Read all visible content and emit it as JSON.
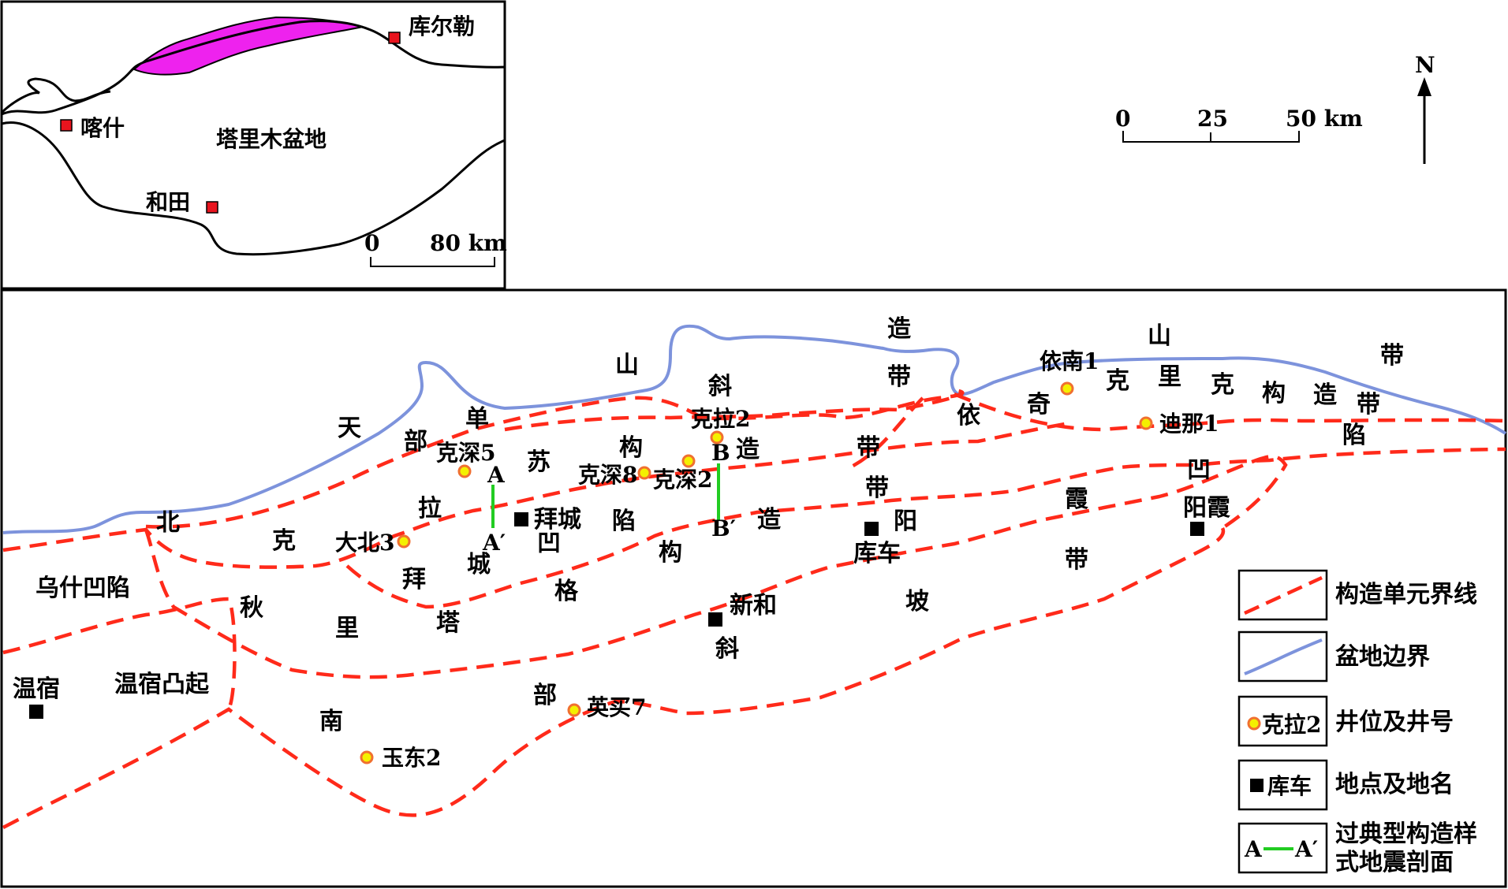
{
  "colors": {
    "fault": "#ff2a1a",
    "boundary": "#7d93dc",
    "mountain_fill": "#ee22ee",
    "inset_town": "#e8141e",
    "well_fill": "#f4f000",
    "well_stroke": "#f07030",
    "section": "#22cc22"
  },
  "inset": {
    "cities": [
      {
        "id": "korla",
        "name": "库尔勒"
      },
      {
        "id": "kashgar",
        "name": "喀什"
      },
      {
        "id": "hotan",
        "name": "和田"
      }
    ],
    "basin_label": "塔里木盆地",
    "scale": {
      "zero": "0",
      "end": "80 km"
    }
  },
  "scale": {
    "zero": "0",
    "mid": "25",
    "end": "50 km"
  },
  "north": "N",
  "tectonic_chars": [
    {
      "id": "tian",
      "text": "天"
    },
    {
      "id": "shan1",
      "text": "山"
    },
    {
      "id": "nan",
      "text": "南"
    },
    {
      "id": "bu1",
      "text": "部"
    },
    {
      "id": "dan",
      "text": "单"
    },
    {
      "id": "xie1",
      "text": "斜"
    },
    {
      "id": "zao1",
      "text": "造"
    },
    {
      "id": "dai1",
      "text": "带"
    },
    {
      "id": "shan2",
      "text": "山"
    },
    {
      "id": "dai2",
      "text": "带"
    },
    {
      "id": "bei",
      "text": "北"
    },
    {
      "id": "ke1",
      "text": "克"
    },
    {
      "id": "la",
      "text": "拉"
    },
    {
      "id": "su",
      "text": "苏"
    },
    {
      "id": "gou1",
      "text": "构"
    },
    {
      "id": "zao2",
      "text": "造"
    },
    {
      "id": "dai3",
      "text": "带"
    },
    {
      "id": "yi",
      "text": "依"
    },
    {
      "id": "qi",
      "text": "奇"
    },
    {
      "id": "ke2",
      "text": "克"
    },
    {
      "id": "li1",
      "text": "里"
    },
    {
      "id": "ke3",
      "text": "克"
    },
    {
      "id": "gou2",
      "text": "构"
    },
    {
      "id": "zao3",
      "text": "造"
    },
    {
      "id": "dai4",
      "text": "带"
    },
    {
      "id": "bai",
      "text": "拜"
    },
    {
      "id": "cheng",
      "text": "城"
    },
    {
      "id": "ao1",
      "text": "凹"
    },
    {
      "id": "xian1",
      "text": "陷"
    },
    {
      "id": "qiu",
      "text": "秋"
    },
    {
      "id": "li2",
      "text": "里"
    },
    {
      "id": "ta",
      "text": "塔"
    },
    {
      "id": "ge",
      "text": "格"
    },
    {
      "id": "gou3",
      "text": "构"
    },
    {
      "id": "zao4",
      "text": "造"
    },
    {
      "id": "dai5",
      "text": "带"
    },
    {
      "id": "yang",
      "text": "阳"
    },
    {
      "id": "xia",
      "text": "霞"
    },
    {
      "id": "ao2",
      "text": "凹"
    },
    {
      "id": "xian2",
      "text": "陷"
    },
    {
      "id": "dai6",
      "text": "带"
    },
    {
      "id": "po",
      "text": "坡"
    },
    {
      "id": "xie2",
      "text": "斜"
    },
    {
      "id": "bu2",
      "text": "部"
    }
  ],
  "region_labels": [
    {
      "id": "wushi",
      "text": "乌什凹陷"
    },
    {
      "id": "wensu-uplift",
      "text": "温宿凸起"
    }
  ],
  "towns": [
    {
      "id": "baicheng",
      "name": "拜城"
    },
    {
      "id": "kuche",
      "name": "库车"
    },
    {
      "id": "yangxia",
      "name": "阳霞"
    },
    {
      "id": "xinhe",
      "name": "新和"
    },
    {
      "id": "wensu",
      "name": "温宿"
    }
  ],
  "wells": [
    {
      "id": "kela2",
      "name": "克拉2"
    },
    {
      "id": "keshen5",
      "name": "克深5"
    },
    {
      "id": "keshen8",
      "name": "克深8"
    },
    {
      "id": "keshen2",
      "name": "克深2"
    },
    {
      "id": "dabei3",
      "name": "大北3"
    },
    {
      "id": "yinan1",
      "name": "依南1"
    },
    {
      "id": "dina1",
      "name": "迪那1"
    },
    {
      "id": "yingmai7",
      "name": "英买7"
    },
    {
      "id": "yudong2",
      "name": "玉东2"
    }
  ],
  "sections": [
    {
      "id": "aa",
      "start": "A",
      "end": "A′"
    },
    {
      "id": "bb",
      "start": "B",
      "end": "B′"
    }
  ],
  "legend": [
    {
      "id": "fault",
      "label": "构造单元界线"
    },
    {
      "id": "boundary",
      "label": "盆地边界"
    },
    {
      "id": "well",
      "label": "井位及井号",
      "sample": "克拉2"
    },
    {
      "id": "town",
      "label": "地点及地名",
      "sample": "库车"
    },
    {
      "id": "section",
      "label_lines": [
        "过典型构造样",
        "式地震剖面"
      ],
      "sample_start": "A",
      "sample_end": "A′"
    }
  ]
}
